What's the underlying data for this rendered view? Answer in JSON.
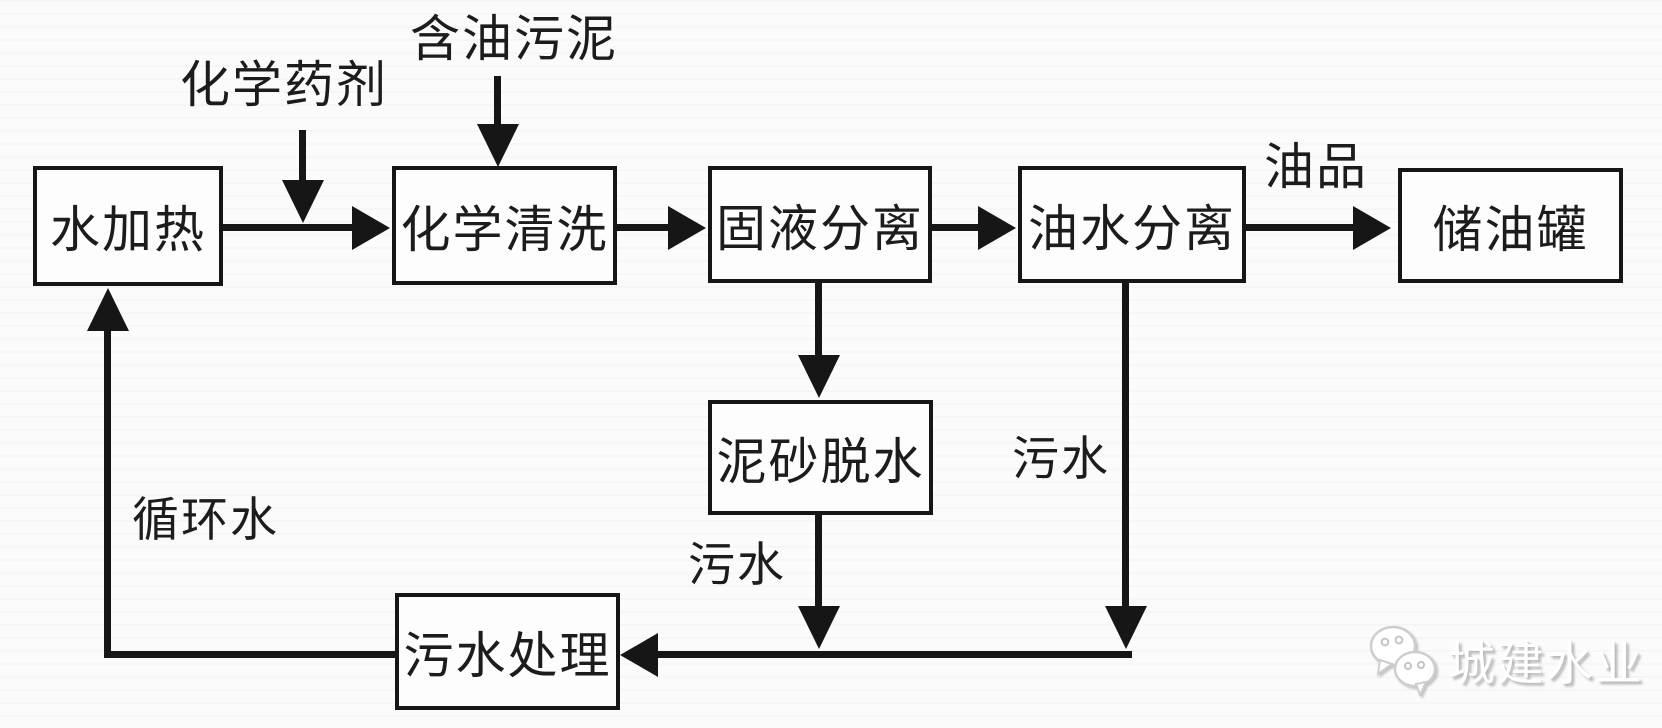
{
  "page": {
    "background": "#fbfbfb",
    "line_color": "#161616"
  },
  "diagram": {
    "type": "flowchart",
    "subject": "oily sludge chemical-cleaning treatment process",
    "nodes": {
      "water_heating": "水加热",
      "chemical_cleaning": "化学清洗",
      "solid_liquid_separation": "固液分离",
      "oil_water_separation": "油水分离",
      "oil_storage_tank": "储油罐",
      "sediment_dewatering": "泥砂脱水",
      "sewage_treatment": "污水处理"
    },
    "labels": {
      "chemical_agent": "化学药剂",
      "oily_sludge": "含油污泥",
      "oil_product": "油品",
      "sewage_from_sediment": "污水",
      "sewage_from_oil_water": "污水",
      "circulating_water": "循环水"
    },
    "edges": [
      {
        "from": "化学药剂",
        "to": "化学清洗",
        "label": ""
      },
      {
        "from": "含油污泥",
        "to": "化学清洗",
        "label": ""
      },
      {
        "from": "水加热",
        "to": "化学清洗",
        "label": ""
      },
      {
        "from": "化学清洗",
        "to": "固液分离",
        "label": ""
      },
      {
        "from": "固液分离",
        "to": "油水分离",
        "label": ""
      },
      {
        "from": "油水分离",
        "to": "储油罐",
        "label": "油品"
      },
      {
        "from": "固液分离",
        "to": "泥砂脱水",
        "label": ""
      },
      {
        "from": "泥砂脱水",
        "to": "污水处理",
        "label": "污水"
      },
      {
        "from": "油水分离",
        "to": "污水处理",
        "label": "污水"
      },
      {
        "from": "污水处理",
        "to": "水加热",
        "label": "循环水"
      }
    ]
  },
  "watermark": {
    "icon": "wechat-icon",
    "text": "城建水业"
  }
}
